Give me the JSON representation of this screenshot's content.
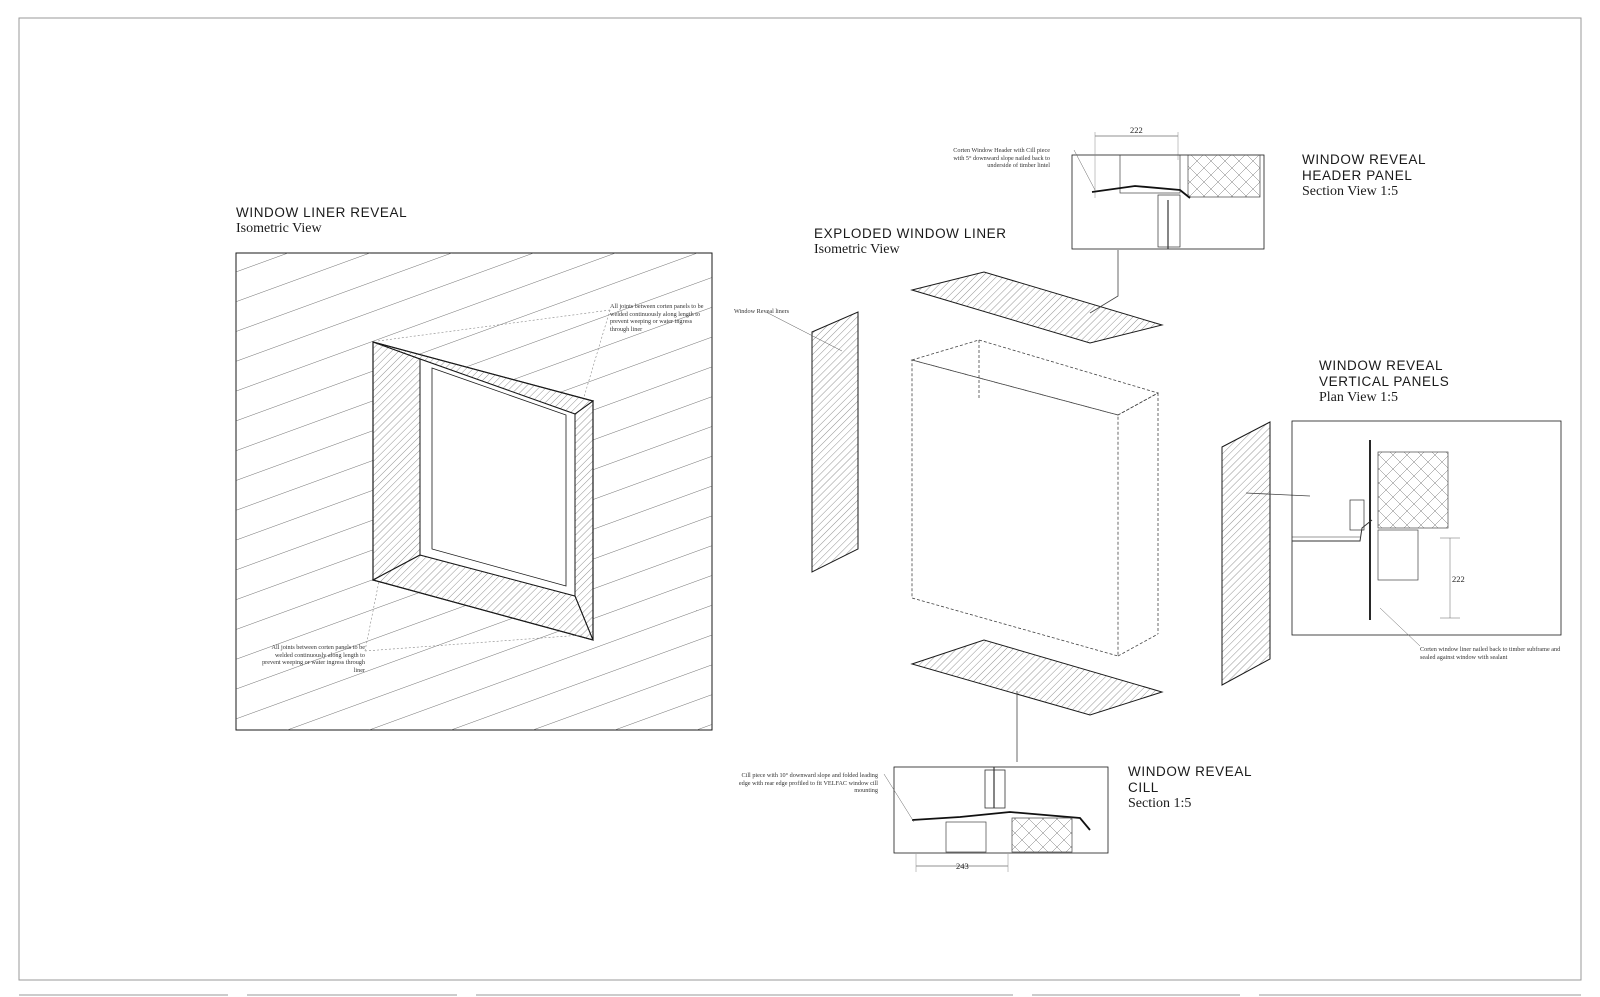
{
  "drawings": {
    "liner_reveal": {
      "title": "WINDOW LINER REVEAL",
      "subtitle": "Isometric View"
    },
    "exploded": {
      "title": "EXPLODED WINDOW LINER",
      "subtitle": "Isometric View"
    },
    "header_panel": {
      "title_line1": "WINDOW REVEAL",
      "title_line2": "HEADER PANEL",
      "subtitle": "Section View 1:5"
    },
    "vertical_panels": {
      "title_line1": "WINDOW REVEAL",
      "title_line2": "VERTICAL PANELS",
      "subtitle": "Plan View 1:5"
    },
    "cill": {
      "title_line1": "WINDOW REVEAL",
      "title_line2": "CILL",
      "subtitle": "Section 1:5"
    }
  },
  "annotations": {
    "top_joints": "All joints between corten panels to be welded continuously along length to prevent weeping or water ingress through liner",
    "bottom_joints": "All joints between corten panels to be welded continuously along length to prevent weeping or water ingress through liner",
    "reveal_liners": "Window Reveal liners",
    "header_note": "Corten Window Header with Cill piece with 5° downward slope nailed back to underside of timber lintel",
    "vertical_note": "Corten window liner nailed back to timber subframe and sealed against window with sealant",
    "cill_note": "Cill piece with 10° downward slope and folded leading edge with rear edge profiled to fit VELFAC window cill mounting"
  },
  "dimensions": {
    "header": "222",
    "vertical": "222",
    "cill": "243"
  },
  "colors": {
    "line": "#1a1a1a",
    "hatch": "#555555",
    "frame": "#9a9a9a"
  }
}
